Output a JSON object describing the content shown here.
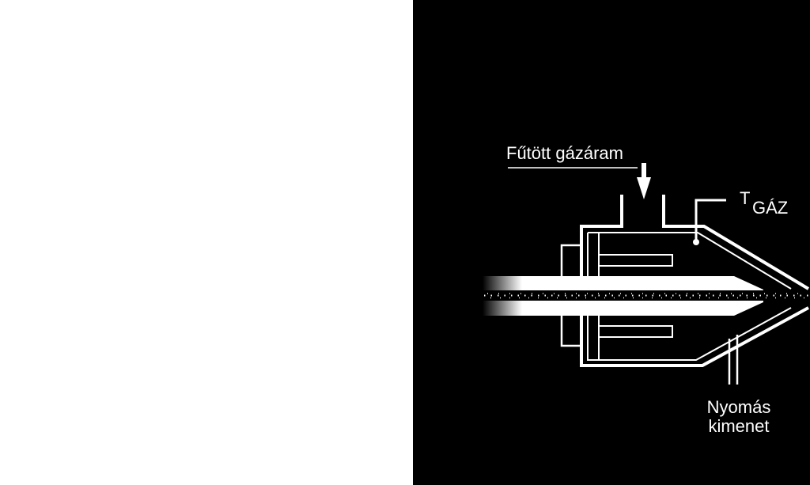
{
  "diagram": {
    "labels": {
      "gas_flow": "Fűtött gázáram",
      "temp_symbol": "T",
      "temp_subscript": "GÁZ",
      "pressure_line1": "Nyomás",
      "pressure_line2": "kimenet"
    },
    "colors": {
      "background_right": "#000000",
      "background_left": "#ffffff",
      "line": "#ffffff"
    }
  }
}
